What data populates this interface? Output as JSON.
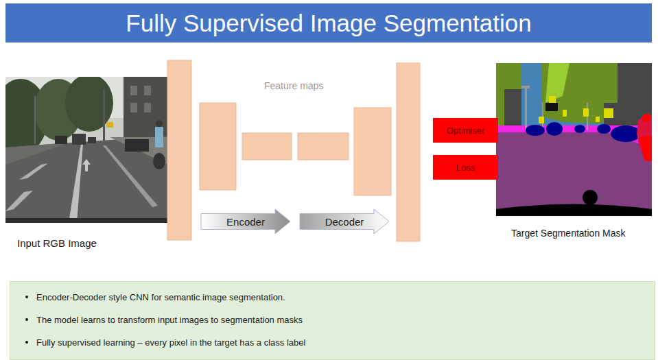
{
  "diagram": {
    "title": "Fully Supervised Image Segmentation",
    "nodes": [
      {
        "text": [
          "Encoder"
        ]
      },
      {
        "text": [
          "Decoder"
        ]
      },
      {
        "text": [
          "Optimiser"
        ]
      },
      {
        "text": [
          "Loss"
        ]
      },
      {
        "text": [
          "Encoder-Decoder style CNN for semantic image segmentation.",
          "The model learns to transform input images to segmentation masks",
          "Fully supervised learning – every pixel in the target has a class label"
        ]
      }
    ],
    "labels": [
      "Feature maps",
      "Input RGB Image",
      "Target Segmentation Mask"
    ]
  }
}
